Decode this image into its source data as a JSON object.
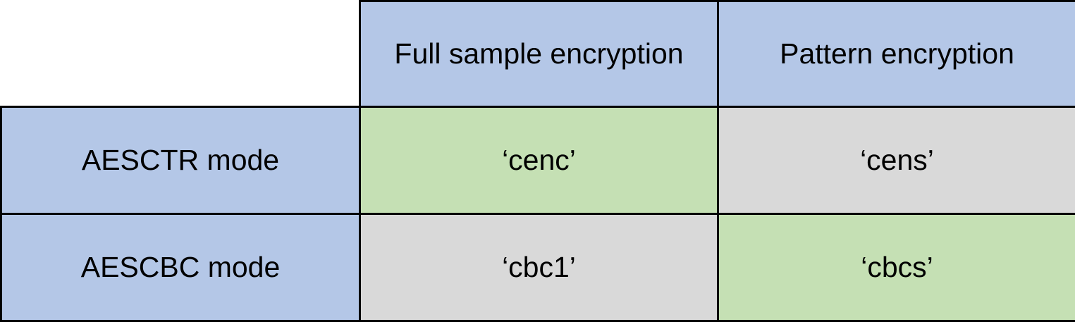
{
  "table": {
    "corner_label": "",
    "column_headers": [
      "Full sample encryption",
      "Pattern encryption"
    ],
    "rows": [
      {
        "label": "AESCTR mode",
        "cells": [
          {
            "value": "‘cenc’",
            "highlight": "green"
          },
          {
            "value": "‘cens’",
            "highlight": "gray"
          }
        ]
      },
      {
        "label": "AESCBC mode",
        "cells": [
          {
            "value": "‘cbc1’",
            "highlight": "gray"
          },
          {
            "value": "‘cbcs’",
            "highlight": "green"
          }
        ]
      }
    ]
  },
  "colors": {
    "header_blue": "#b4c7e7",
    "rowlabel_blue": "#b4c7e7",
    "highlight_green": "#c5e0b4",
    "neutral_gray": "#d9d9d9",
    "border": "#000000",
    "background": "#ffffff",
    "text": "#000000"
  }
}
